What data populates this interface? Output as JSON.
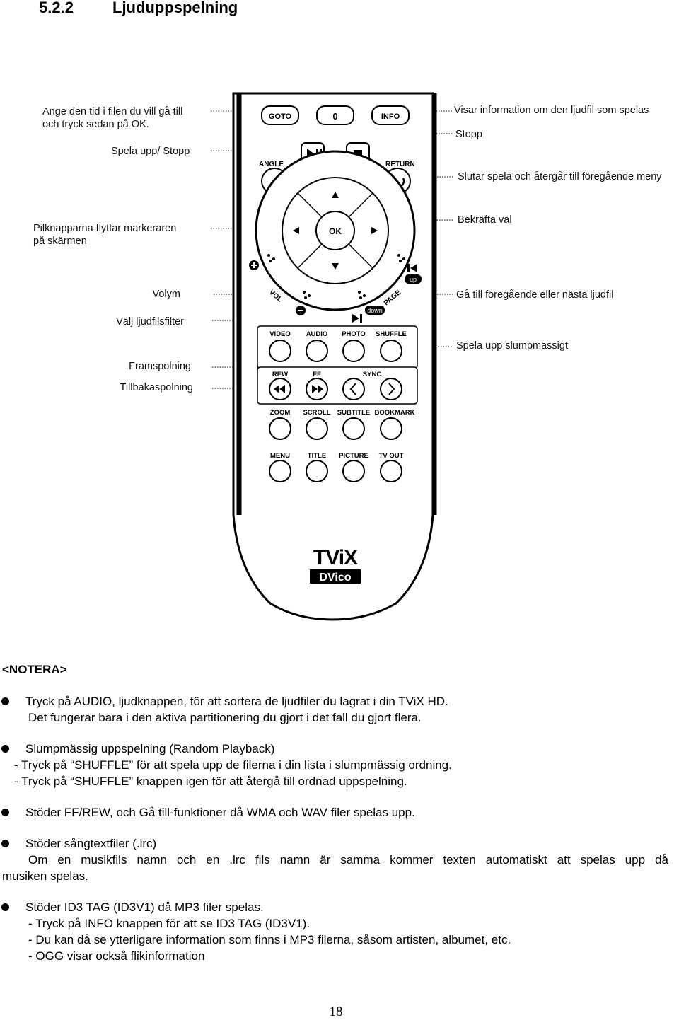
{
  "heading": {
    "number": "5.2.2",
    "title": "Ljuduppspelning"
  },
  "left_labels": {
    "goto": [
      "Ange den tid i filen du vill gå till",
      "och tryck sedan på OK."
    ],
    "play": "Spela upp/ Stopp",
    "arrows": [
      "Pilknapparna flyttar markeraren",
      "på skärmen"
    ],
    "volume": "Volym",
    "filter": "Välj ljudfilsfilter",
    "ff": "Framspolning",
    "rew": "Tillbakaspolning"
  },
  "right_labels": {
    "info": "Visar information om den ljudfil som spelas",
    "stop": "Stopp",
    "return": "Slutar spela och återgår till föregående meny",
    "ok": "Bekräfta val",
    "page": "Gå till föregående eller nästa ljudfil",
    "shuffle": "Spela upp slumpmässigt"
  },
  "remote": {
    "goto": "GOTO",
    "zero": "0",
    "info": "INFO",
    "angle": "ANGLE",
    "return": "RETURN",
    "ok": "OK",
    "vol": "VOL",
    "page": "PAGE",
    "up": "up",
    "down": "down",
    "row1": [
      "VIDEO",
      "AUDIO",
      "PHOTO",
      "SHUFFLE"
    ],
    "row2": [
      "REW",
      "FF",
      "SYNC"
    ],
    "row3": [
      "ZOOM",
      "SCROLL",
      "SUBTITLE",
      "BOOKMARK"
    ],
    "row4": [
      "MENU",
      "TITLE",
      "PICTURE",
      "TV OUT"
    ],
    "brand1": "TViX",
    "brand2": "DVico"
  },
  "notes": {
    "title": "<NOTERA>",
    "n1": [
      "Tryck på AUDIO, ljudknappen, för att sortera de ljudfiler du lagrat i din TViX HD.",
      "Det fungerar bara i den aktiva partitionering du gjort i det fall du gjort flera."
    ],
    "n2": [
      "Slumpmässig uppspelning (Random Playback)",
      "-   Tryck på “SHUFFLE” för att spela upp de filerna i din lista i slumpmässig ordning.",
      "-   Tryck på “SHUFFLE” knappen igen för att återgå till ordnad uppspelning."
    ],
    "n3": [
      "Stöder FF/REW, och Gå till-funktioner då WMA och WAV filer spelas upp."
    ],
    "n4": [
      "Stöder sångtextfiler (.lrc)",
      "Om en musikfils namn och en .lrc fils namn är samma kommer texten automatiskt att spelas upp då",
      "musiken spelas."
    ],
    "n5": [
      "Stöder ID3 TAG (ID3V1) då MP3 filer spelas.",
      "- Tryck på INFO knappen för att se ID3 TAG (ID3V1).",
      "- Du kan då se ytterligare information som finns i MP3 filerna, såsom artisten, albumet, etc.",
      "- OGG visar också flikinformation"
    ]
  },
  "page_number": "18"
}
